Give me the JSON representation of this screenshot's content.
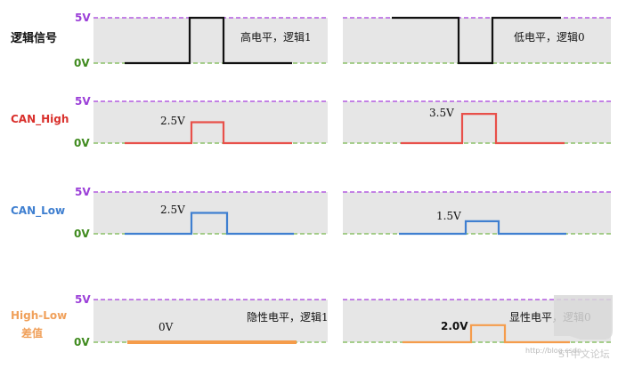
{
  "rows": [
    {
      "label": "逻辑信号",
      "label_color": "#111111",
      "signal_color": "#111111",
      "top_tick": "5V",
      "bottom_tick": "0V",
      "panels": [
        {
          "description": "高电平，逻辑1",
          "level": "",
          "pulse_height": 1.0,
          "pulse_direction": "up"
        },
        {
          "description": "低电平，逻辑0",
          "level": "",
          "pulse_height": 1.0,
          "pulse_direction": "down"
        }
      ]
    },
    {
      "label": "CAN_High",
      "label_color": "#d9302c",
      "signal_color": "#e8504a",
      "top_tick": "5V",
      "bottom_tick": "0V",
      "panels": [
        {
          "description": "",
          "level": "2.5V",
          "pulse_height": 0.5,
          "pulse_direction": "up"
        },
        {
          "description": "",
          "level": "3.5V",
          "pulse_height": 0.7,
          "pulse_direction": "up"
        }
      ]
    },
    {
      "label": "CAN_Low",
      "label_color": "#3f7fd0",
      "signal_color": "#3f7fd0",
      "top_tick": "5V",
      "bottom_tick": "0V",
      "panels": [
        {
          "description": "",
          "level": "2.5V",
          "pulse_height": 0.5,
          "pulse_direction": "up"
        },
        {
          "description": "",
          "level": "1.5V",
          "pulse_height": 0.3,
          "pulse_direction": "up"
        }
      ]
    },
    {
      "label": "High-Low\n差值",
      "label_color": "#f0a05a",
      "signal_color": "#f59c4b",
      "top_tick": "5V",
      "bottom_tick": "0V",
      "panels": [
        {
          "description": "隐性电平，逻辑1",
          "level": "0V",
          "pulse_height": 0.0,
          "pulse_direction": "none"
        },
        {
          "description": "显性电平，逻辑0",
          "level": "2.0V",
          "pulse_height": 0.4,
          "pulse_direction": "up"
        }
      ]
    }
  ],
  "colors": {
    "grid_fill": "#e6e6e6",
    "top_dash": "#b35be0",
    "bottom_dash": "#8cc068"
  },
  "watermark": {
    "text": "http://blog.csdn",
    "logo_text": "ST中文论坛"
  }
}
